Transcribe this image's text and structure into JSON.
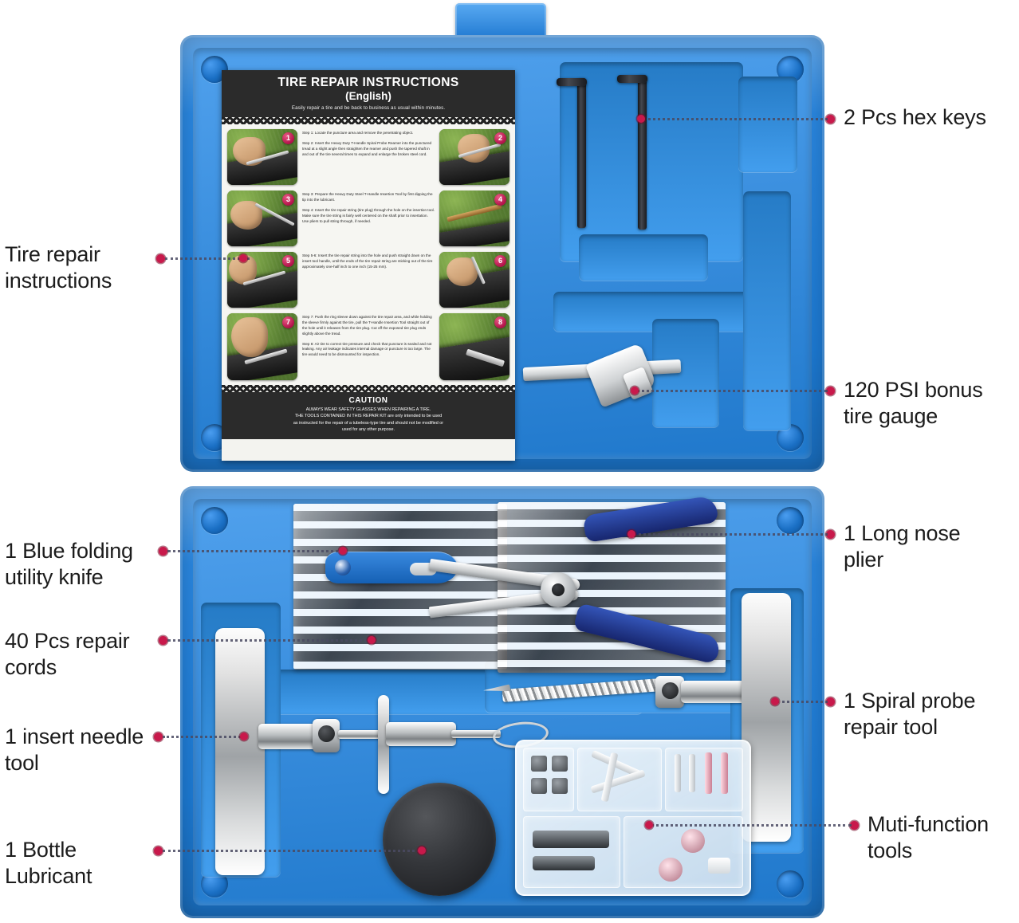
{
  "product": {
    "title": "Tire repair kit in blue hard case",
    "case_color": "#1e7fdc",
    "marker_color": "#c8194b"
  },
  "callouts": [
    {
      "id": "tire-repair-instructions",
      "text": "Tire repair\ninstructions",
      "side": "left"
    },
    {
      "id": "blue-folding-utility-knife",
      "text": "1 Blue folding\nutility knife",
      "side": "left"
    },
    {
      "id": "repair-cords",
      "text": "40 Pcs repair\ncords",
      "side": "left"
    },
    {
      "id": "insert-needle-tool",
      "text": "1 insert needle\ntool",
      "side": "left"
    },
    {
      "id": "bottle-lubricant",
      "text": "1 Bottle\nLubricant",
      "side": "left"
    },
    {
      "id": "hex-keys",
      "text": "2 Pcs hex keys",
      "side": "right"
    },
    {
      "id": "tire-gauge",
      "text": "120 PSI bonus\ntire gauge",
      "side": "right"
    },
    {
      "id": "long-nose-plier",
      "text": "1 Long nose\nplier",
      "side": "right"
    },
    {
      "id": "spiral-probe-repair-tool",
      "text": "1 Spiral probe\nrepair tool",
      "side": "right"
    },
    {
      "id": "multi-function-tools",
      "text": "Muti-function\ntools",
      "side": "right"
    }
  ],
  "instruction_sheet": {
    "header_title": "TIRE REPAIR INSTRUCTIONS",
    "header_language": "(English)",
    "header_tagline": "Easily repair a tire and be back to business as usual within minutes.",
    "caution_title": "CAUTION",
    "caution_line1": "ALWAYS WEAR SAFETY GLASSES WHEN REPAIRING A TIRE.",
    "caution_line2": "THE TOOLS CONTAINED IN THIS REPAIR KIT are only intended to be used",
    "caution_line3": "as instructed for the repair of a tubeless-type tire and should not be modified or",
    "caution_line4": "used for any other purpose.",
    "rows": [
      {
        "left_badge": "1",
        "right_badge": "2",
        "paragraphs": [
          "Step 1: Locate the puncture area and remove the penetrating object.",
          "Step 2: Insert the Heavy Duty T-Handle Spiral Probe Reamer into the punctured tread at a slight angle then straighten the reamer and push the tapered shaft in and out of the tire several times to expand and enlarge the broken steel cord."
        ]
      },
      {
        "left_badge": "3",
        "right_badge": "4",
        "paragraphs": [
          "Step 3: Prepare the Heavy Duty Steel T-Handle Insertion Tool by first dipping the tip into the lubricant.",
          "Step 4: Insert the tire repair string (tire plug) through the hole on the insertion tool. Make sure the tire string is fairly well centered on the shaft prior to insertation. Use pliers to pull string through, if needed."
        ]
      },
      {
        "left_badge": "5",
        "right_badge": "6",
        "paragraphs": [
          "Step 5-6: Insert the tire repair string into the hole and push straight down on the insert tool handle, until the ends of the tire repair string are sticking out of the tire approximately one-half inch to one inch (15-25 mm)."
        ]
      },
      {
        "left_badge": "7",
        "right_badge": "8",
        "paragraphs": [
          "Step 7: Push the ring sleeve down against the tire repair area, and while holding the sleeve firmly against the tire, pull the T-Handle Insertion Tool straight out of the hole until it releases from the tire plug. Cut off the exposed tire plug ends slightly above the tread.",
          "Step 8: Air tire to correct tire pressure and check that puncture is sealed and not leaking. Any air leakage indicates internal damage or puncture is too large. The tire would need to be dismounted for inspection."
        ]
      }
    ]
  }
}
